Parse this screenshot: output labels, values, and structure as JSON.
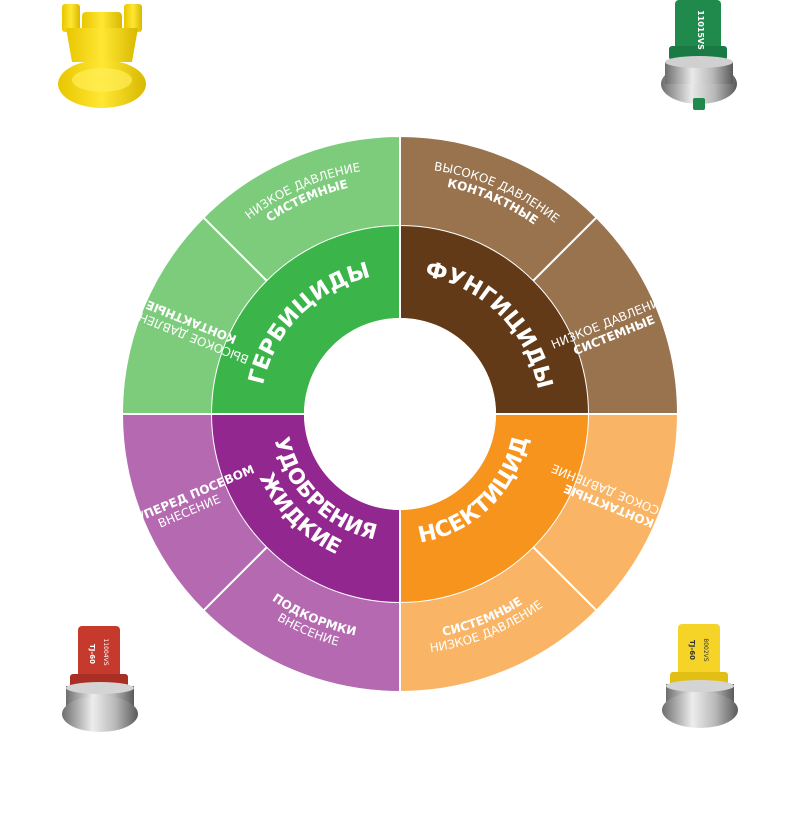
{
  "colors": {
    "herbicides_inner": "#3bb54a",
    "herbicides_outer": "#7ccc7c",
    "fungicides_inner": "#633a17",
    "fungicides_outer": "#98734e",
    "insecticides_inner": "#f7941d",
    "insecticides_outer": "#f9b565",
    "fertilizers_inner": "#92278f",
    "fertilizers_outer": "#b469b0"
  },
  "sectors": [
    {
      "key": "herbicides",
      "category": [
        "ГЕРБИЦИДЫ"
      ],
      "subs": [
        {
          "line1": "ВЫСОКОЕ ДАВЛЕНИЕ",
          "line2": "КОНТАКТНЫЕ"
        },
        {
          "line1": "НИЗКОЕ ДАВЛЕНИЕ",
          "line2": "СИСТЕМНЫЕ"
        }
      ]
    },
    {
      "key": "fungicides",
      "category": [
        "ФУНГИЦИДЫ"
      ],
      "subs": [
        {
          "line1": "ВЫСОКОЕ ДАВЛЕНИЕ",
          "line2": "КОНТАКТНЫЕ"
        },
        {
          "line1": "НИЗКОЕ ДАВЛЕНИЕ",
          "line2": "СИСТЕМНЫЕ"
        }
      ]
    },
    {
      "key": "insecticides",
      "category": [
        "ИНСЕКТИЦИДЫ"
      ],
      "subs": [
        {
          "line1": "КОНТАКТНЫЕ",
          "line2": "ВЫСОКОЕ ДАВЛЕНИЕ"
        },
        {
          "line1": "СИСТЕМНЫЕ",
          "line2": "НИЗКОЕ ДАВЛЕНИЕ"
        }
      ]
    },
    {
      "key": "fertilizers",
      "category": [
        "ЖИДКИЕ",
        "УДОБРЕНИЯ"
      ],
      "subs": [
        {
          "line1": "ПОДКОРМКИ",
          "line2": "ВНЕСЕНИЕ"
        },
        {
          "line1": "ПРИ/ПЕРЕД ПОСЕВОМ",
          "line2": "ВНЕСЕНИЕ"
        }
      ]
    }
  ],
  "nozzles": {
    "green_code": "11015VS",
    "red_model": "TJ-60",
    "red_code": "11004VS",
    "yellow_model": "TJ-60",
    "yellow_code": "8002VS"
  }
}
